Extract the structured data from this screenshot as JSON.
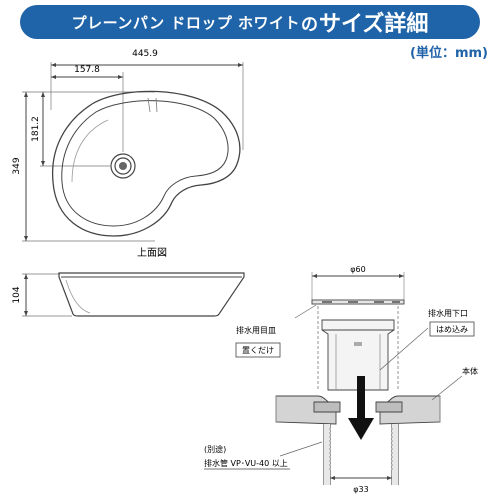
{
  "header": {
    "title_main": "プレーンパン ドロップ ホワイト",
    "title_no": "の",
    "title_emph": "サイズ詳細",
    "unit": "(単位：mm)"
  },
  "colors": {
    "header_bg": "#1f63a8",
    "line": "#444444",
    "arrow": "#111111"
  },
  "top_view": {
    "caption": "上面図",
    "dim_width": "445.9",
    "dim_drain_offset": "157.8",
    "dim_drain_depth": "181.2",
    "dim_depth": "349"
  },
  "side_view": {
    "dim_height": "104"
  },
  "drain_detail": {
    "dim_top": "φ60",
    "dim_bottom": "φ33",
    "label_cover": "排水用目皿",
    "label_cover_note": "置くだけ",
    "label_outlet": "排水用下口",
    "label_outlet_note": "はめ込み",
    "label_body": "本体",
    "label_pipe_sep": "(別途)",
    "label_pipe": "排水管 VP･VU-40 以上"
  }
}
